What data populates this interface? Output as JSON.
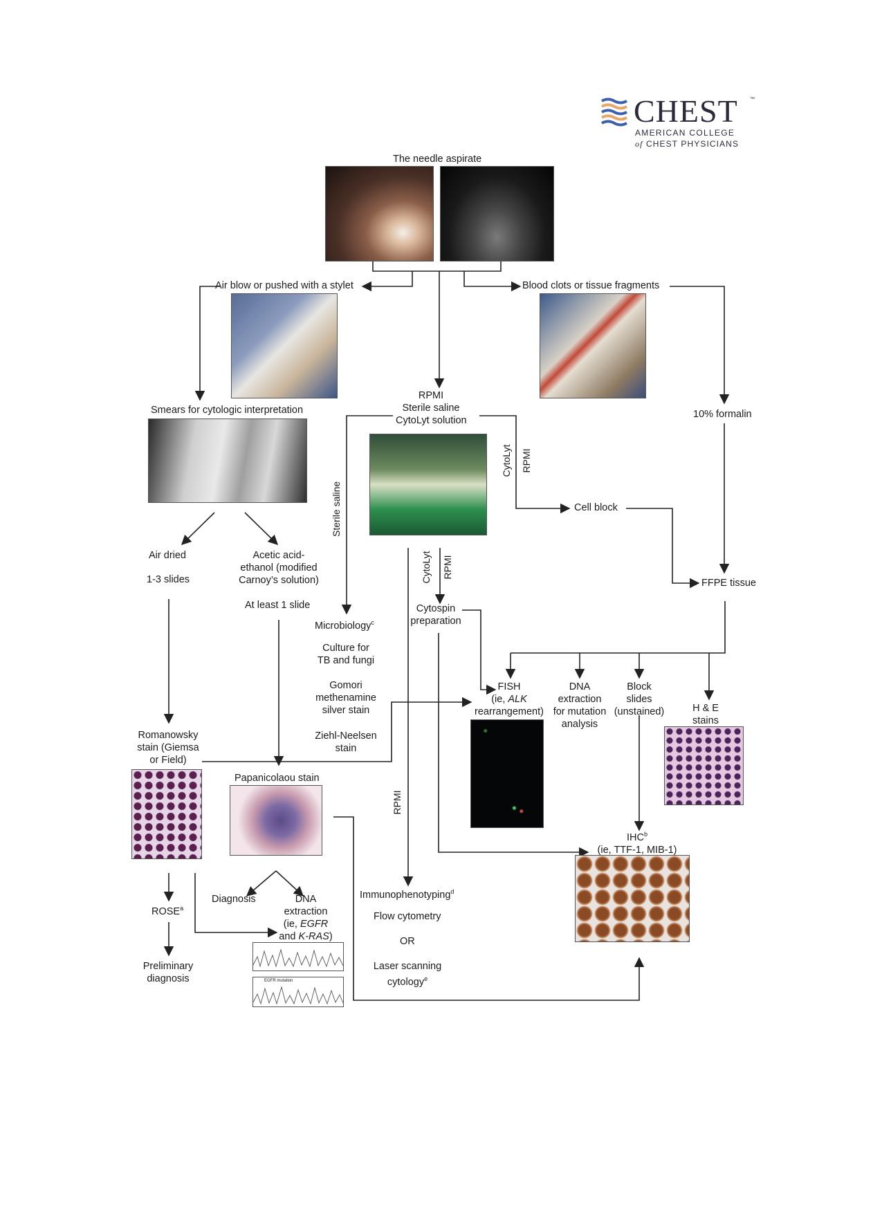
{
  "logo": {
    "word": "CHEST",
    "tm": "™",
    "line1": "AMERICAN COLLEGE",
    "line2_of": "of",
    "line2_rest": "CHEST PHYSICIANS",
    "stripe_colors": [
      "#3d5ea8",
      "#e8a46a",
      "#3d5ea8",
      "#e8a46a",
      "#3d5ea8"
    ]
  },
  "nodes": {
    "needle_aspirate": "The needle aspirate",
    "air_blow": "Air blow or pushed with a stylet",
    "blood_clots": "Blood clots or tissue fragments",
    "smears": "Smears for cytologic interpretation",
    "rpmi_top": [
      "RPMI",
      "Sterile saline",
      "CytoLyt solution"
    ],
    "formalin": "10% formalin",
    "cell_block": "Cell block",
    "ffpe": "FFPE tissue",
    "air_dried": "Air dried",
    "slides_1_3": "1-3 slides",
    "acetic": [
      "Acetic acid-",
      "ethanol (modified",
      "Carnoy’s solution)"
    ],
    "at_least_1": "At least 1 slide",
    "microbiology": "Microbiology",
    "microbiology_sup": "c",
    "culture": [
      "Culture for",
      "TB and fungi"
    ],
    "gomori": [
      "Gomori",
      "methenamine",
      "silver stain"
    ],
    "ziehl": [
      "Ziehl-Neelsen",
      "stain"
    ],
    "cytospin": [
      "Cytospin",
      "preparation"
    ],
    "fish_line1": "FISH",
    "fish_line2_pre": "(ie, ",
    "fish_line2_em": "ALK",
    "fish_line3": "rearrangement)",
    "dna_mut": [
      "DNA",
      "extraction",
      "for mutation",
      "analysis"
    ],
    "block_slides": [
      "Block",
      "slides",
      "(unstained)"
    ],
    "he": [
      "H & E",
      "stains"
    ],
    "romanowsky": [
      "Romanowsky",
      "stain (Giemsa",
      "or Field)"
    ],
    "papanicolaou": "Papanicolaou stain",
    "ihc_line1": "IHC",
    "ihc_sup": "b",
    "ihc_line2": "(ie, TTF-1, MIB-1)",
    "rose": "ROSE",
    "rose_sup": "a",
    "diagnosis": "Diagnosis",
    "dna_egfr_1": "DNA",
    "dna_egfr_2": "extraction",
    "dna_egfr_3_pre": "(ie, ",
    "dna_egfr_3_em": "EGFR",
    "dna_egfr_4_pre": "and ",
    "dna_egfr_4_em": "K-RAS",
    "dna_egfr_4_post": ")",
    "prelim": [
      "Preliminary",
      "diagnosis"
    ],
    "immuno": "Immunophenotyping",
    "immuno_sup": "d",
    "flow": "Flow cytometry",
    "or": "OR",
    "laser": [
      "Laser scanning",
      "cytology"
    ],
    "laser_sup": "e",
    "egfr_mutation": "EGFR mutation"
  },
  "edge_labels": {
    "sterile_saline": "Sterile saline",
    "cytolyt_right": "CytoLyt",
    "rpmi_right": "RPMI",
    "cytolyt_down": "CytoLyt",
    "rpmi_down": "RPMI",
    "rpmi_left": "RPMI"
  }
}
